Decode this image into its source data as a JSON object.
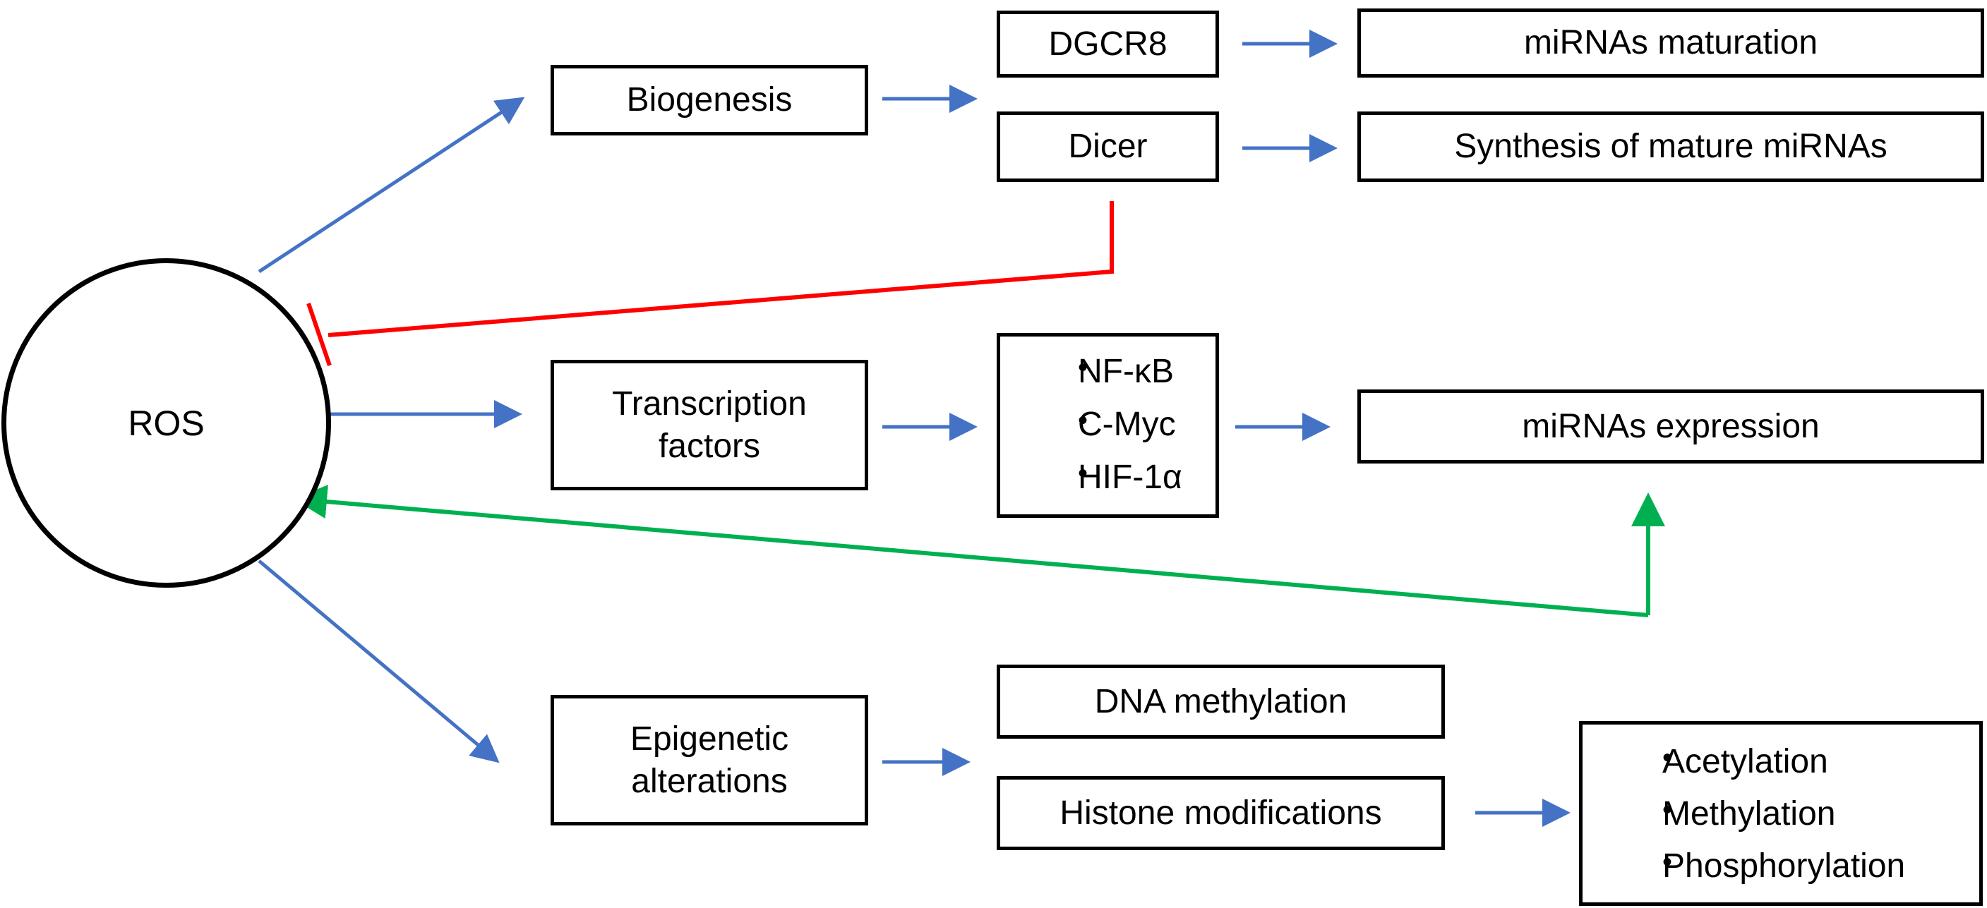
{
  "ros": {
    "label": "ROS"
  },
  "biogenesis": {
    "label": "Biogenesis"
  },
  "dgcr8": {
    "label": "DGCR8"
  },
  "dicer": {
    "label": "Dicer"
  },
  "mirna_maturation": {
    "label": "miRNAs maturation"
  },
  "synthesis_mature": {
    "label": "Synthesis of mature miRNAs"
  },
  "transcription_factors": {
    "line1": "Transcription",
    "line2": "factors"
  },
  "tf_list": {
    "items": [
      "NF-κB",
      "C-Myc",
      "HIF-1α"
    ]
  },
  "mirna_expression": {
    "label": "miRNAs expression"
  },
  "epigenetic": {
    "line1": "Epigenetic",
    "line2": "alterations"
  },
  "dna_methylation": {
    "label": "DNA methylation"
  },
  "histone_modifications": {
    "label": "Histone modifications"
  },
  "histone_list": {
    "items": [
      "Acetylation",
      "Methylation",
      "Phosphorylation"
    ]
  },
  "colors": {
    "activation": "#4472C4",
    "inhibition": "#FF0000",
    "feedback": "#00B050",
    "box_border": "#000000"
  }
}
